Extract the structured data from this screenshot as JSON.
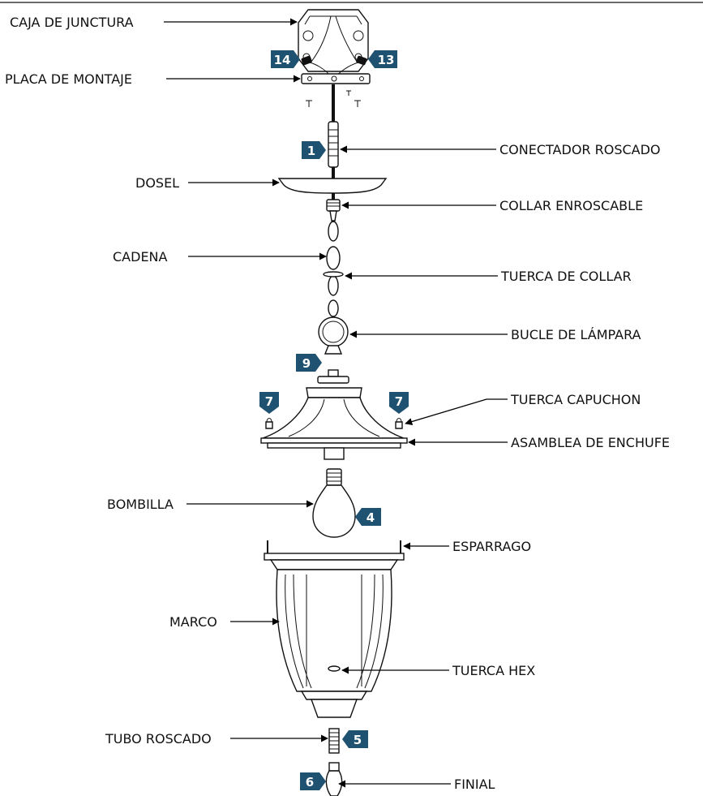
{
  "colors": {
    "badge": "#1f5170",
    "line": "#000000",
    "frame": "#6b6b6b"
  },
  "labels": {
    "junction_box": "CAJA DE JUNCTURA",
    "mounting_plate": "PLACA DE MONTAJE",
    "threaded_connector": "CONECTADOR ROSCADO",
    "canopy": "DOSEL",
    "threaded_collar": "COLLAR ENROSCABLE",
    "chain": "CADENA",
    "collar_nut": "TUERCA DE COLLAR",
    "lamp_loop": "BUCLE DE LÁMPARA",
    "cap_nut": "TUERCA CAPUCHON",
    "socket_assembly": "ASAMBLEA DE ENCHUFE",
    "bulb": "BOMBILLA",
    "stud": "ESPARRAGO",
    "frame": "MARCO",
    "hex_nut": "TUERCA HEX",
    "threaded_tube": "TUBO ROSCADO",
    "finial": "FINIAL"
  },
  "badges": {
    "b14": "14",
    "b13": "13",
    "b1": "1",
    "b9": "9",
    "b7_left": "7",
    "b7_right": "7",
    "b4": "4",
    "b5": "5",
    "b6": "6"
  }
}
